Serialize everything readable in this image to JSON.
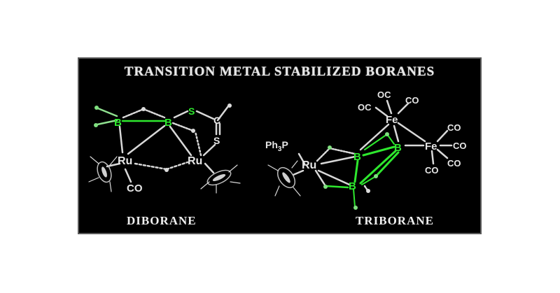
{
  "title": "TRANSITION  METAL  STABILIZED BORANES",
  "captions": {
    "diborane": "DIBORANE",
    "triborane": "TRIBORANE"
  },
  "colors": {
    "boron": "#2ee82e",
    "sulfur": "#2ee82e",
    "metal": "#e6e6e6",
    "background": "#000000"
  },
  "diborane": {
    "atoms": {
      "b1": "B",
      "b2": "B",
      "s1": "S",
      "c": "C",
      "s2": "S",
      "ru1": "Ru",
      "ru2": "Ru",
      "co": "CO"
    }
  },
  "triborane": {
    "atoms": {
      "ph3p": "Ph3P",
      "ru": "Ru",
      "b1": "B",
      "b2": "B",
      "b3": "B",
      "fe1": "Fe",
      "fe2": "Fe",
      "co1": "OC",
      "co2": "CO",
      "co3": "OC",
      "co4": "CO",
      "co5": "CO",
      "co6": "CO",
      "co7": "CO"
    }
  }
}
